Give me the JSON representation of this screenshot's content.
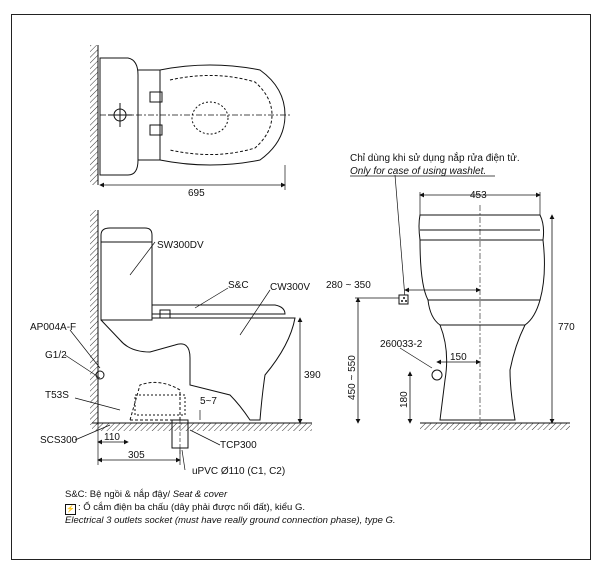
{
  "dimensions": {
    "top_view_length": "695",
    "tank_model": "SW300DV",
    "seat_label": "S&C",
    "bowl_model": "CW300V",
    "fitting_1": "AP004A-F",
    "fitting_2": "G1/2",
    "fitting_3": "T53S",
    "fitting_4": "SCS300",
    "fitting_5": "TCP300",
    "pipe": "uPVC Ø110 (C1, C2)",
    "height_390": "390",
    "gap_5_7": "5~7",
    "dim_110": "110",
    "dim_305": "305",
    "front_width": "453",
    "front_height": "770",
    "outlet_offset": "280 ~ 350",
    "outlet_height": "450 ~ 550",
    "valve": "260033-2",
    "valve_offset": "150",
    "valve_height": "180"
  },
  "notes": {
    "washlet_vi": "Chỉ dùng khi sử dụng nắp rửa điện tử.",
    "washlet_en": "Only for case of using washlet."
  },
  "legend": {
    "sc_line_vi": "S&C: Bệ ngồi & nắp đậy/ ",
    "sc_line_en": "Seat & cover",
    "socket_symbol": "⚡",
    "socket_vi": ": Ổ cắm điện ba chấu (dây phải được nối đất), kiểu G.",
    "socket_en": "Electrical 3 outlets socket (must have really ground connection phase), type G."
  }
}
